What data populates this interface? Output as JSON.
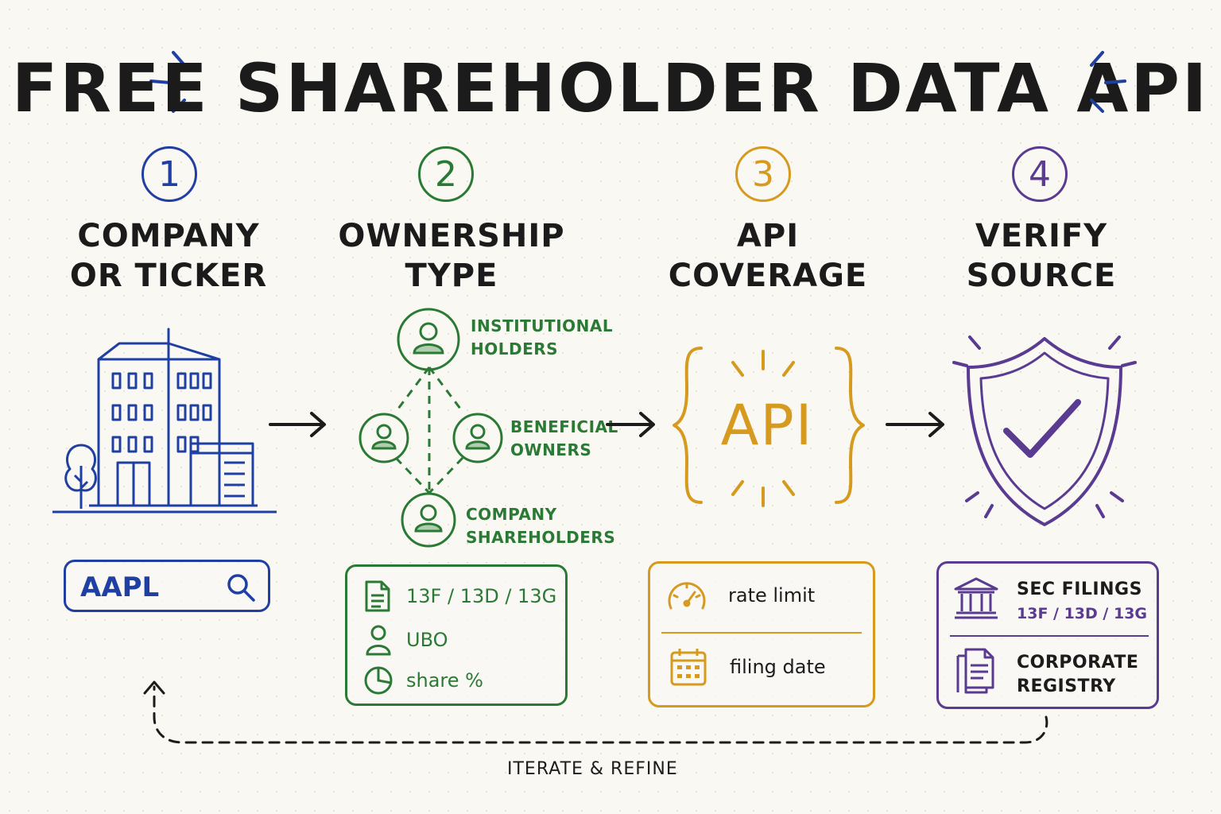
{
  "title": "FREE SHAREHOLDER DATA API",
  "steps": [
    {
      "number": "1",
      "title_line1": "COMPANY",
      "title_line2": "OR TICKER"
    },
    {
      "number": "2",
      "title_line1": "OWNERSHIP",
      "title_line2": "TYPE"
    },
    {
      "number": "3",
      "title_line1": "API",
      "title_line2": "COVERAGE"
    },
    {
      "number": "4",
      "title_line1": "VERIFY",
      "title_line2": "SOURCE"
    }
  ],
  "search": {
    "value": "AAPL",
    "icon": "search-icon"
  },
  "ownership_nodes": {
    "institutional_line1": "INSTITUTIONAL",
    "institutional_line2": "HOLDERS",
    "beneficial_line1": "BENEFICIAL",
    "beneficial_line2": "OWNERS",
    "company_line1": "COMPANY",
    "company_line2": "SHAREHOLDERS"
  },
  "ownership_card": {
    "items": [
      {
        "label": "13F / 13D / 13G",
        "icon": "document-icon"
      },
      {
        "label": "UBO",
        "icon": "person-icon"
      },
      {
        "label": "share %",
        "icon": "pie-chart-icon"
      }
    ]
  },
  "api_label": "API",
  "coverage_card": {
    "items": [
      {
        "label": "rate limit",
        "icon": "gauge-icon"
      },
      {
        "label": "filing date",
        "icon": "calendar-icon"
      }
    ]
  },
  "verify_card": {
    "sec_title": "SEC FILINGS",
    "sec_sub": "13F / 13D / 13G",
    "registry_line1": "CORPORATE",
    "registry_line2": "REGISTRY"
  },
  "loop_label": "ITERATE & REFINE",
  "colors": {
    "step1": "#1f3fa3",
    "step2": "#2a7a35",
    "step3": "#d59a1e",
    "step4": "#5a3b92"
  }
}
